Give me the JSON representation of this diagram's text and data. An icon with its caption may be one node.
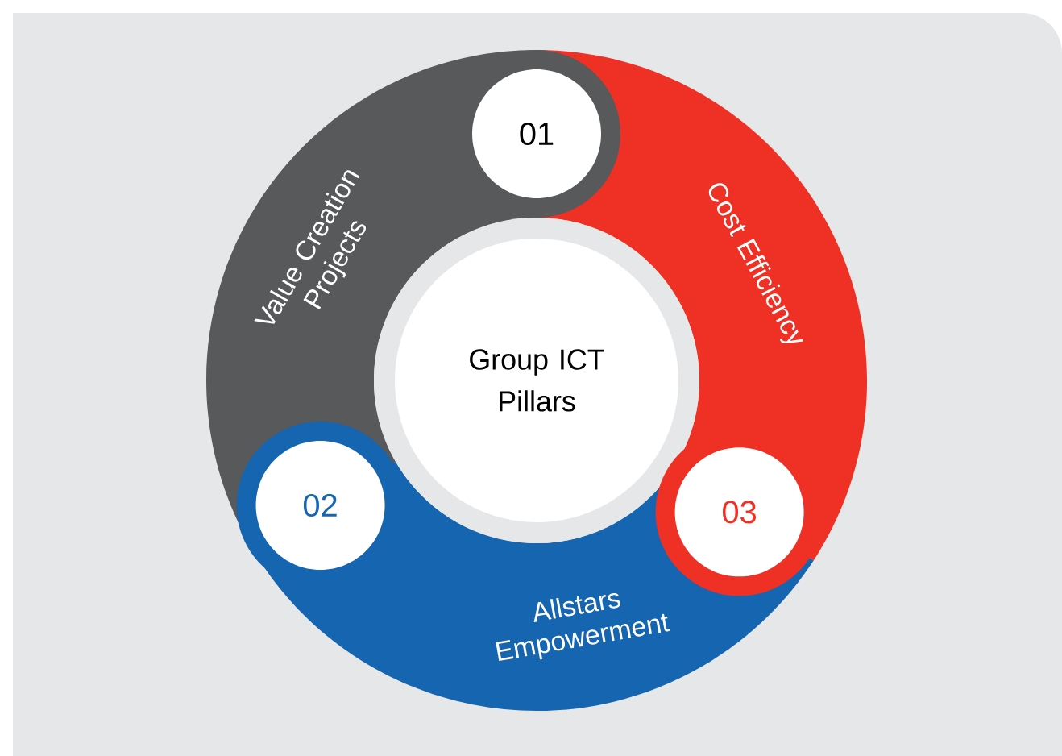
{
  "diagram": {
    "nodes": [
      {
        "text": [
          "Group ICT Pillars"
        ]
      },
      {
        "text": [
          "Value Creation Projects"
        ]
      },
      {
        "text": [
          "01"
        ]
      },
      {
        "text": [
          "Cost Efficiency"
        ]
      },
      {
        "text": [
          "02"
        ]
      },
      {
        "text": [
          "Allstars Empowerment"
        ]
      },
      {
        "text": [
          "03"
        ]
      }
    ]
  }
}
